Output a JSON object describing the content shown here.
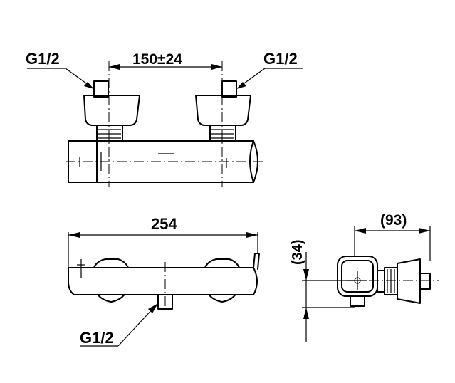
{
  "labels": {
    "inlet_left": "G1/2",
    "inlet_right": "G1/2",
    "inlet_center": "G1/2",
    "spacing": "150±24",
    "length": "254",
    "depth": "(93)",
    "height": "(34)"
  }
}
